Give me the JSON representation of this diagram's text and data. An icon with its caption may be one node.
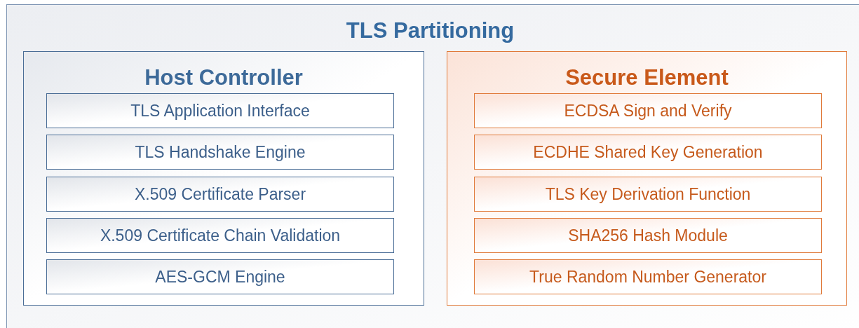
{
  "diagram": {
    "nodes": [
      {
        "text": [
          "TLS Partitioning"
        ]
      },
      {
        "text": [
          "Host Controller"
        ],
        "in": 0
      },
      {
        "text": [
          "TLS Application Interface"
        ],
        "in": 1
      },
      {
        "text": [
          "TLS Handshake Engine"
        ],
        "in": 1
      },
      {
        "text": [
          "X.509 Certificate Parser"
        ],
        "in": 1
      },
      {
        "text": [
          "X.509 Certificate Chain Validation"
        ],
        "in": 1
      },
      {
        "text": [
          "AES-GCM Engine"
        ],
        "in": 1
      },
      {
        "text": [
          "Secure Element"
        ],
        "in": 0
      },
      {
        "text": [
          "ECDSA Sign and Verify"
        ],
        "in": 7
      },
      {
        "text": [
          "ECDHE Shared Key Generation"
        ],
        "in": 7
      },
      {
        "text": [
          "TLS Key Derivation Function"
        ],
        "in": 7
      },
      {
        "text": [
          "SHA256 Hash Module"
        ],
        "in": 7
      },
      {
        "text": [
          "True Random Number Generator"
        ],
        "in": 7
      }
    ]
  }
}
